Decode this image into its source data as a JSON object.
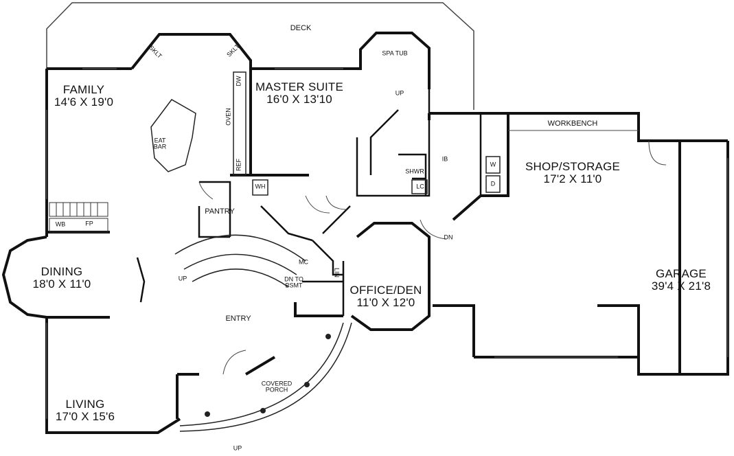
{
  "rooms": {
    "family": {
      "name": "FAMILY",
      "dim": "14'6 X 19'0"
    },
    "master": {
      "name": "MASTER SUITE",
      "dim": "16'0 X 13'10"
    },
    "shop": {
      "name": "SHOP/STORAGE",
      "dim": "17'2 X 11'0"
    },
    "dining": {
      "name": "DINING",
      "dim": "18'0 X 11'0"
    },
    "garage": {
      "name": "GARAGE",
      "dim": "39'4 X 21'8"
    },
    "office": {
      "name": "OFFICE/DEN",
      "dim": "11'0 X 12'0"
    },
    "living": {
      "name": "LIVING",
      "dim": "17'0 X 15'6"
    }
  },
  "labels": {
    "deck": "DECK",
    "spa_tub": "SPA TUB",
    "workbench": "WORKBENCH",
    "eat_bar": "EAT BAR",
    "pantry": "PANTRY",
    "wh": "WH",
    "wb": "WB",
    "fp": "FP",
    "shwr": "SHWR",
    "lc": "LC",
    "ib": "IB",
    "w": "W",
    "d": "D",
    "dn": "DN",
    "up_stair": "UP",
    "up_bath": "UP",
    "up_porch": "UP",
    "mc": "MC",
    "dn_to_bsmt": "DN TO BSMT",
    "lin": "LIN",
    "entry": "ENTRY",
    "covered_porch": "COVERED PORCH",
    "oven": "OVEN",
    "ref": "REF",
    "dw": "DW",
    "sklt_left": "SKLT",
    "sklt_right": "SKLT"
  }
}
